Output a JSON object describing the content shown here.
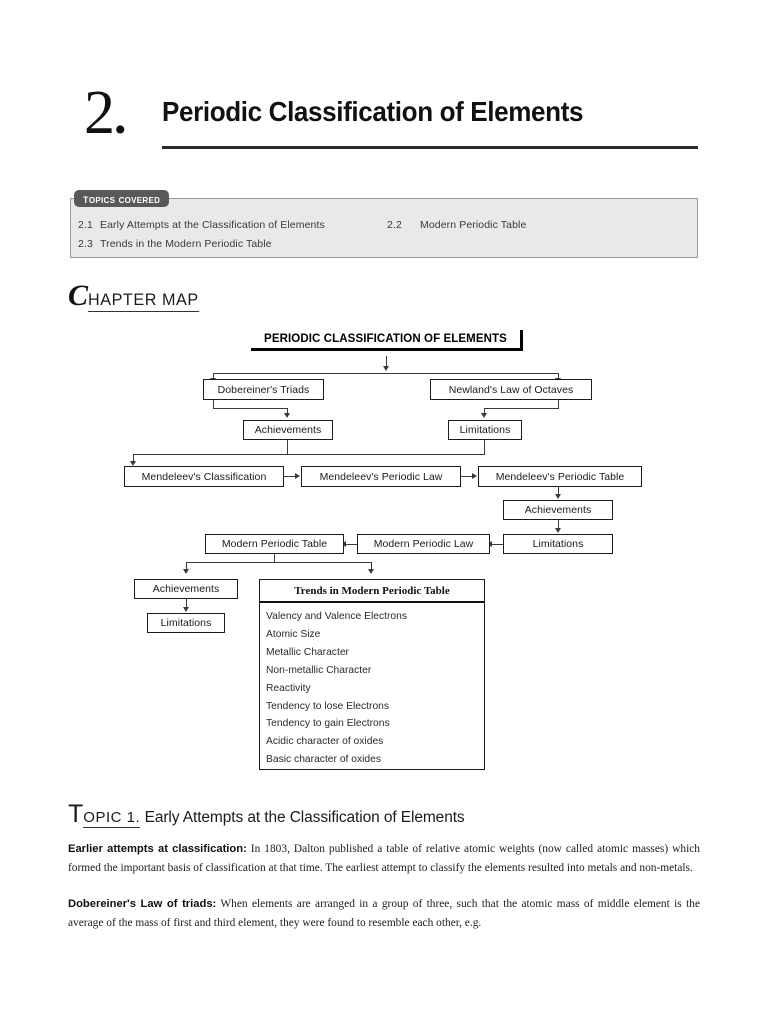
{
  "chapter": {
    "number": "2",
    "dot": ".",
    "title": "Periodic Classification of Elements"
  },
  "topics_covered": {
    "tab_label": "Topics Covered",
    "items": [
      {
        "num": "2.1",
        "label": "Early Attempts at the Classification of Elements"
      },
      {
        "num": "2.2",
        "label": "Modern Periodic Table"
      },
      {
        "num": "2.3",
        "label": "Trends in the Modern Periodic Table"
      }
    ]
  },
  "chapter_map": {
    "drop_cap": "C",
    "rest": "HAPTER MAP",
    "root": "PERIODIC CLASSIFICATION OF ELEMENTS",
    "nodes": {
      "dobereiner_triads": "Dobereiner's Triads",
      "newlands_octaves": "Newland's Law of Octaves",
      "achievements_1": "Achievements",
      "limitations_1": "Limitations",
      "mendeleev_classification": "Mendeleev's Classification",
      "mendeleev_law": "Mendeleev's Periodic Law",
      "mendeleev_table": "Mendeleev's Periodic Table",
      "achievements_2": "Achievements",
      "limitations_2": "Limitations",
      "modern_table": "Modern Periodic Table",
      "modern_law": "Modern Periodic Law",
      "achievements_3": "Achievements",
      "limitations_3": "Limitations"
    },
    "trends": {
      "header": "Trends in Modern Periodic Table",
      "items": [
        "Valency and Valence Electrons",
        "Atomic Size",
        "Metallic Character",
        "Non-metallic Character",
        "Reactivity",
        "Tendency to lose Electrons",
        "Tendency to gain Electrons",
        "Acidic character of oxides",
        "Basic character of oxides"
      ]
    }
  },
  "topic": {
    "label_t": "T",
    "label_rest": "OPIC 1.",
    "title": "Early Attempts at the Classification of Elements"
  },
  "body": {
    "para1_lead": "Earlier attempts at classification:",
    "para1_text": " In 1803, Dalton published a table of relative atomic weights (now called atomic masses) which formed the important basis of classification at that time. The earliest attempt to classify the elements resulted into metals and non-metals.",
    "para2_lead": "Dobereiner's Law of triads:",
    "para2_text": " When elements are arranged in a group of three, such that the atomic mass of middle element is the average of the mass of first and third element, they were found to resemble each other, e.g."
  },
  "colors": {
    "panel_bg": "#e9e9e9",
    "panel_border": "#9a9a9a",
    "tab_bg": "#595959",
    "ink": "#1b1b1b",
    "line": "#3a3a3a"
  }
}
